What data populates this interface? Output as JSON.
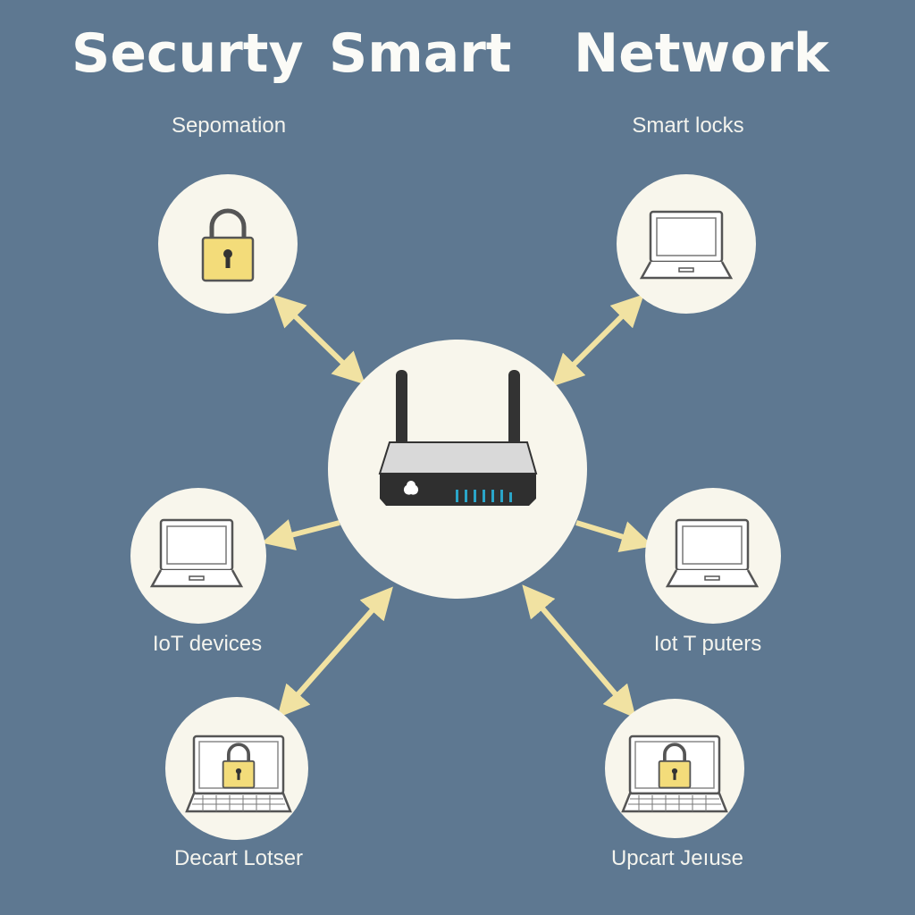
{
  "title": {
    "part1": "Securty",
    "part2": "Smart",
    "part3": "Network"
  },
  "nodes": {
    "top_left": {
      "label": "Sepomation",
      "icon": "padlock-icon"
    },
    "top_right": {
      "label": "Smart locks",
      "icon": "laptop-icon"
    },
    "mid_left": {
      "label": "IoT devices",
      "icon": "laptop-icon"
    },
    "mid_right": {
      "label": "Iot T puters",
      "icon": "laptop-icon"
    },
    "bottom_left": {
      "label": "Decart Lotser",
      "icon": "laptop-padlock-icon"
    },
    "bottom_right": {
      "label": "Upcart Jeıuse",
      "icon": "laptop-padlock-icon"
    }
  },
  "center": {
    "icon": "router-icon"
  },
  "colors": {
    "background": "#5e7891",
    "circle": "#f8f6ec",
    "arrow": "#f1e2a2",
    "lock": "#f3dc7a"
  }
}
